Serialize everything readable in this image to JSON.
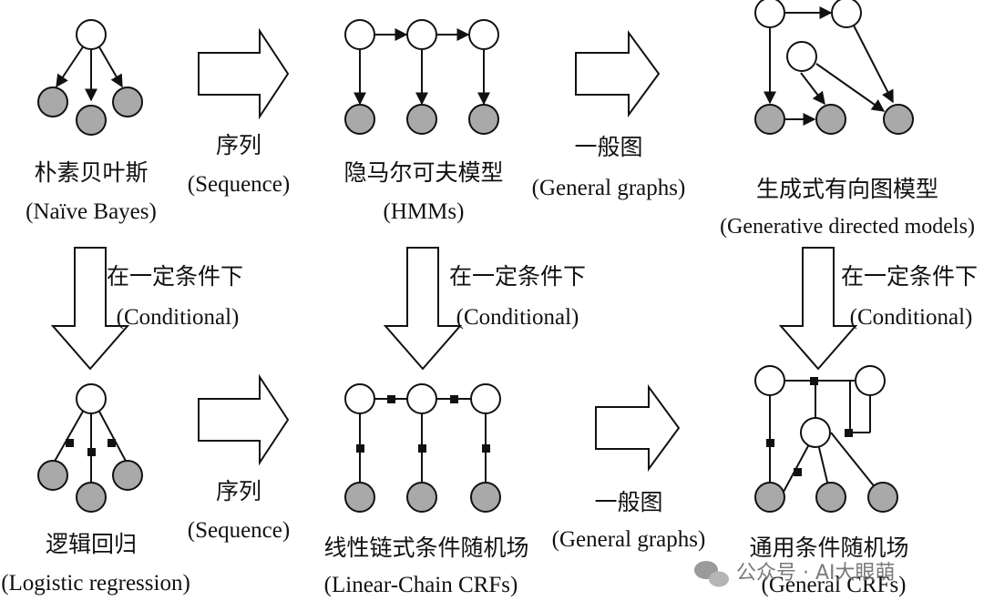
{
  "models": {
    "naive_bayes": {
      "zh": "朴素贝叶斯",
      "en": "(Naïve Bayes)"
    },
    "hmm": {
      "zh": "隐马尔可夫模型",
      "en": "(HMMs)"
    },
    "generative": {
      "zh": "生成式有向图模型",
      "en": "(Generative directed models)"
    },
    "logistic": {
      "zh": "逻辑回归",
      "en": "(Logistic regression)"
    },
    "linear_crf": {
      "zh": "线性链式条件随机场",
      "en": "(Linear-Chain CRFs)"
    },
    "general_crf": {
      "zh": "通用条件随机场",
      "en": "(General CRFs)"
    }
  },
  "arrows": {
    "sequence": {
      "zh": "序列",
      "en": "(Sequence)"
    },
    "general": {
      "zh": "一般图",
      "en": "(General graphs)"
    },
    "conditional": {
      "zh": "在一定条件下",
      "en": "(Conditional)"
    }
  },
  "watermark": {
    "text": "公众号 · AI大眼萌",
    "icon": "wechat-icon"
  },
  "colors": {
    "observed_node": "#a9a9a9",
    "hidden_node": "#ffffff",
    "stroke": "#111111",
    "factor": "#111111"
  }
}
